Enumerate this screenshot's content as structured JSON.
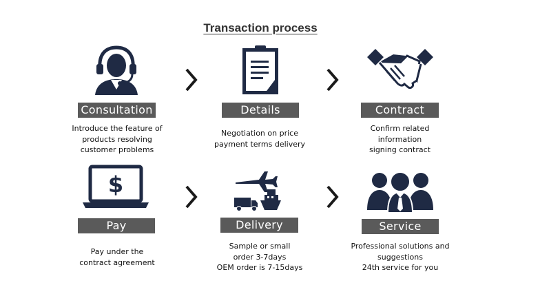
{
  "title": "Transaction process",
  "steps": [
    {
      "label": "Consultation",
      "icon": "customer-service-headset-icon",
      "desc": [
        "Introduce the feature of",
        "products resolving",
        "customer problems"
      ]
    },
    {
      "label": "Details",
      "icon": "document-clipboard-icon",
      "desc": [
        "Negotiation on price",
        "payment terms delivery"
      ]
    },
    {
      "label": "Contract",
      "icon": "handshake-icon",
      "desc": [
        "Confirm related",
        "information",
        "signing contract"
      ]
    },
    {
      "label": "Pay",
      "icon": "laptop-dollar-icon",
      "desc": [
        "Pay under the",
        "contract agreement"
      ]
    },
    {
      "label": "Delivery",
      "icon": "plane-truck-ship-icon",
      "desc": [
        "Sample or small",
        "order 3-7days",
        "OEM order is 7-15days"
      ]
    },
    {
      "label": "Service",
      "icon": "team-people-icon",
      "desc": [
        "Professional solutions and",
        "suggestions",
        "24th service for you"
      ]
    }
  ],
  "colors": {
    "icon": "#1f2a44",
    "label_bg": "#5a5a5a",
    "label_text": "#ffffff",
    "arrow": "#1a1a1a"
  }
}
